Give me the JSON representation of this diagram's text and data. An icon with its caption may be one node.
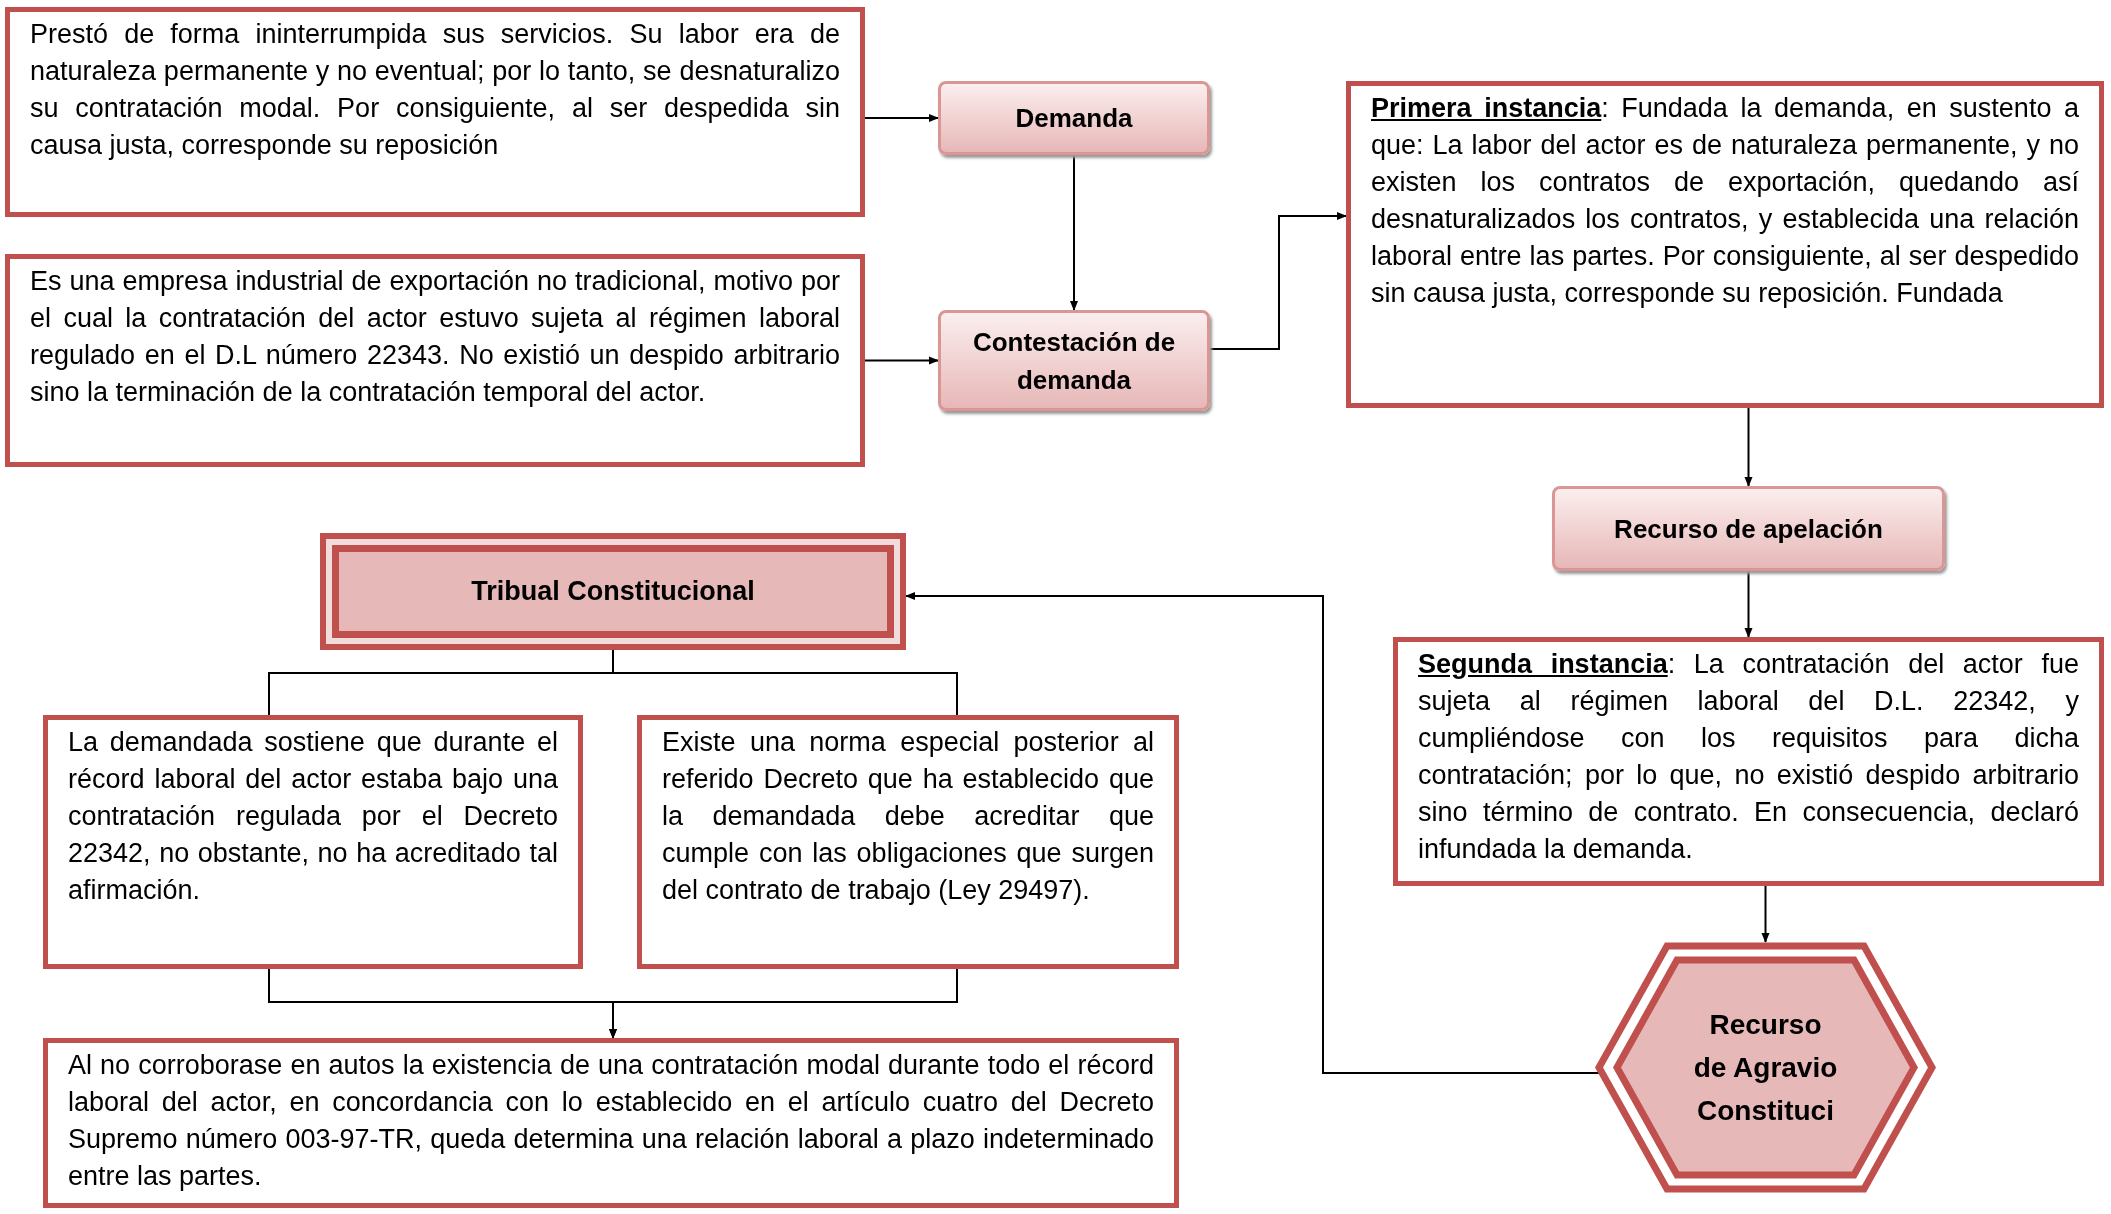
{
  "diagram": {
    "nodes": [
      {
        "text": [
          "Prestó de forma ininterrumpida sus servicios. Su labor era de naturaleza permanente y no eventual; por lo tanto, se desnaturalizo su contratación modal. Por consiguiente, al ser despedida sin causa justa, corresponde su reposición"
        ]
      },
      {
        "text": [
          "Demanda"
        ]
      },
      {
        "text": [
          "Es una empresa industrial de exportación no tradicional, motivo por el cual la contratación del actor estuvo sujeta al régimen laboral regulado en el D.L número 22343. No existió un despido arbitrario sino la terminación de la contratación temporal del actor."
        ]
      },
      {
        "text": [
          "Contestación de demanda"
        ]
      },
      {
        "text": [
          "Primera instancia",
          ": Fundada la demanda, en sustento a que: La labor del actor es de naturaleza permanente, y no existen los contratos de exportación, quedando así desnaturalizados los contratos, y establecida una relación laboral entre las partes. Por consiguiente, al ser despedido sin causa justa, corresponde su reposición. Fundada"
        ]
      },
      {
        "text": [
          "Recurso de apelación"
        ]
      },
      {
        "text": [
          "Segunda instancia",
          ": La contratación del actor fue sujeta al régimen laboral del D.L. 22342, y cumpliéndose con los requisitos para dicha contratación; por lo que, no existió despido arbitrario sino término de contrato. En consecuencia, declaró infundada la demanda."
        ]
      },
      {
        "text": [
          "Tribual Constitucional"
        ]
      },
      {
        "text": [
          "La demandada sostiene que durante el récord laboral del actor estaba bajo una contratación regulada por el Decreto 22342, no obstante, no ha acreditado tal afirmación."
        ]
      },
      {
        "text": [
          "Existe una norma especial posterior al referido Decreto que ha establecido que la demandada debe acreditar que cumple con las obligaciones que surgen del contrato de trabajo (Ley 29497)."
        ]
      },
      {
        "text": [
          "Al no corroborase en autos la existencia de una contratación modal durante todo el récord laboral del actor, en concordancia con lo establecido en el artículo cuatro del Decreto Supremo número 003-97-TR, queda determina una relación laboral a plazo indeterminado entre las partes."
        ]
      },
      {
        "text": [
          "Recurso de Agravio Constituci"
        ]
      }
    ],
    "edges": [
      {
        "from": 0,
        "to": 1,
        "arrow": "to"
      },
      {
        "from": 1,
        "to": 3,
        "arrow": "to"
      },
      {
        "from": 2,
        "to": 3,
        "arrow": "to"
      },
      {
        "from": 3,
        "to": 4,
        "arrow": "to"
      },
      {
        "from": 4,
        "to": 5,
        "arrow": "to"
      },
      {
        "from": 5,
        "to": 6,
        "arrow": "to"
      },
      {
        "from": 6,
        "to": 11,
        "arrow": "to"
      },
      {
        "from": 11,
        "to": 7,
        "arrow": "to"
      },
      {
        "from": 7,
        "to": 8,
        "arrow": "none"
      },
      {
        "from": 7,
        "to": 9,
        "arrow": "none"
      },
      {
        "from": 8,
        "to": 10,
        "arrow": "to"
      },
      {
        "from": 9,
        "to": 10,
        "arrow": "to"
      }
    ]
  }
}
